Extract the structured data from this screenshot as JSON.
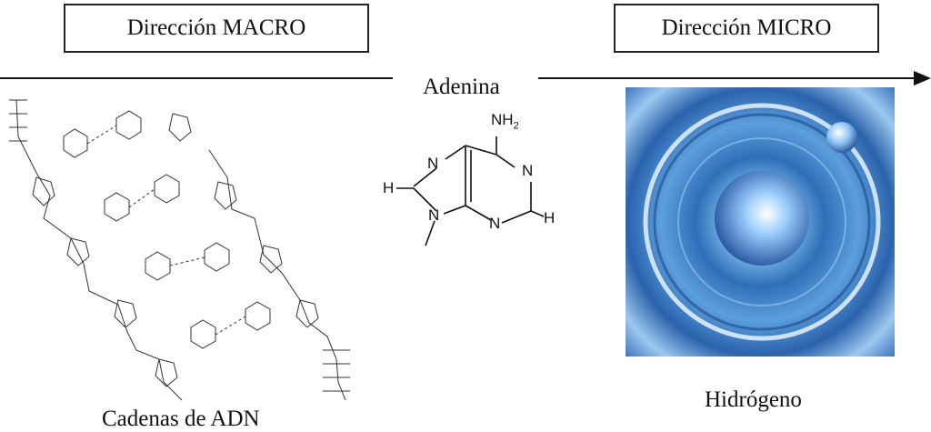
{
  "macro_label": "Dirección MACRO",
  "micro_label": "Dirección MICRO",
  "molecule": {
    "title": "Adenina",
    "amine": "NH2",
    "atom_N": "N",
    "atom_H": "H"
  },
  "hydrogen_caption": "Hidrógeno",
  "dna_caption": "Cadenas de ADN",
  "colors": {
    "line": "#111111",
    "hydrogen_blue": "#2f6fb8",
    "orbit_glow": "#e8f6ff"
  }
}
